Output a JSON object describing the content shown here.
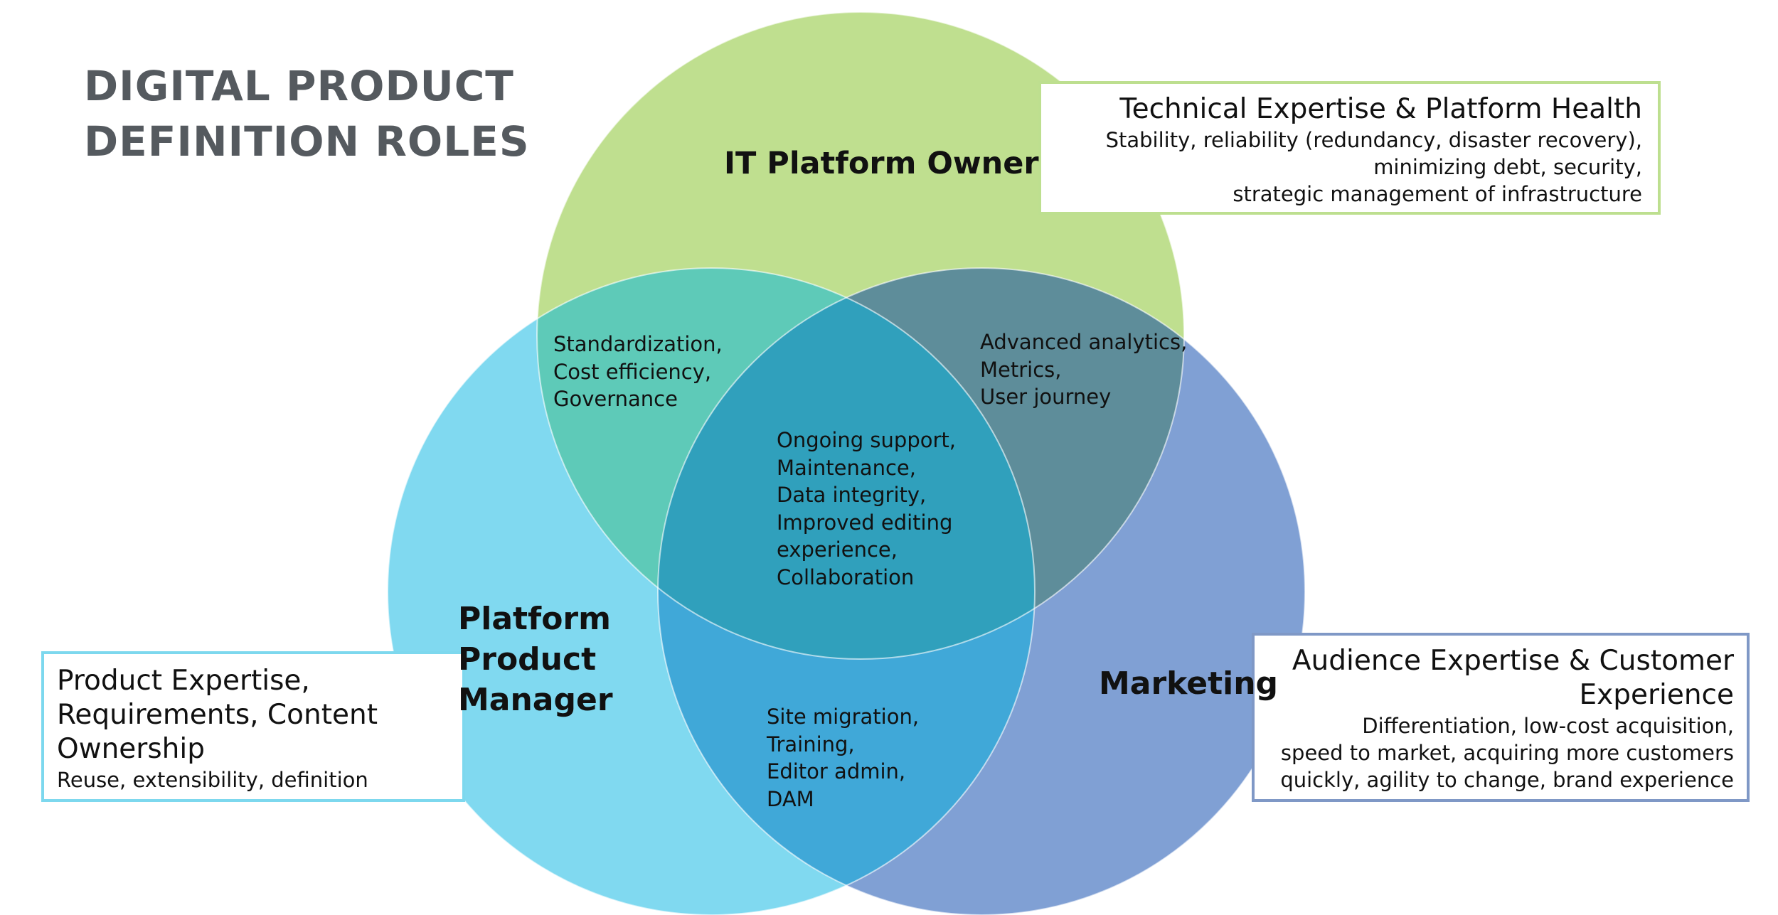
{
  "title": {
    "lines": [
      "DIGITAL PRODUCT",
      "DEFINITION ROLES"
    ]
  },
  "colors": {
    "it_circle": "#bfdf8f",
    "pm_circle": "#80d9f0",
    "mk_circle": "#80a0d4",
    "it_pm": "#5ecab8",
    "it_mk": "#5e8d9a",
    "pm_mk": "#40a8d8",
    "center": "#30a0bc",
    "title_text": "#555a5f"
  },
  "roles": {
    "it_platform_owner": {
      "label": "IT Platform Owner",
      "heading_lines": [
        "Technical Expertise & Platform Health"
      ],
      "description_lines": [
        "Stability, reliability (redundancy, disaster recovery),",
        "minimizing debt, security,",
        "strategic management of infrastructure"
      ]
    },
    "platform_product_manager": {
      "label_lines": [
        "Platform",
        "Product",
        "Manager"
      ],
      "heading_lines": [
        "Product Expertise,",
        "Requirements, Content",
        "Ownership"
      ],
      "description_lines": [
        "Reuse, extensibility, definition"
      ]
    },
    "marketing": {
      "label": "Marketing",
      "heading_lines": [
        "Audience Expertise & Customer",
        "Experience"
      ],
      "description_lines": [
        "Differentiation, low-cost acquisition,",
        "speed to market, acquiring more customers",
        "quickly, agility to change, brand experience"
      ]
    }
  },
  "overlaps": {
    "it_pm": [
      "Standardization,",
      "Cost efficiency,",
      "Governance"
    ],
    "it_marketing": [
      "Advanced analytics,",
      "Metrics,",
      "User journey"
    ],
    "pm_marketing": [
      "Site migration,",
      "Training,",
      "Editor admin,",
      "DAM"
    ],
    "center": [
      "Ongoing support,",
      "Maintenance,",
      "Data integrity,",
      "Improved editing",
      "experience,",
      "Collaboration"
    ]
  }
}
